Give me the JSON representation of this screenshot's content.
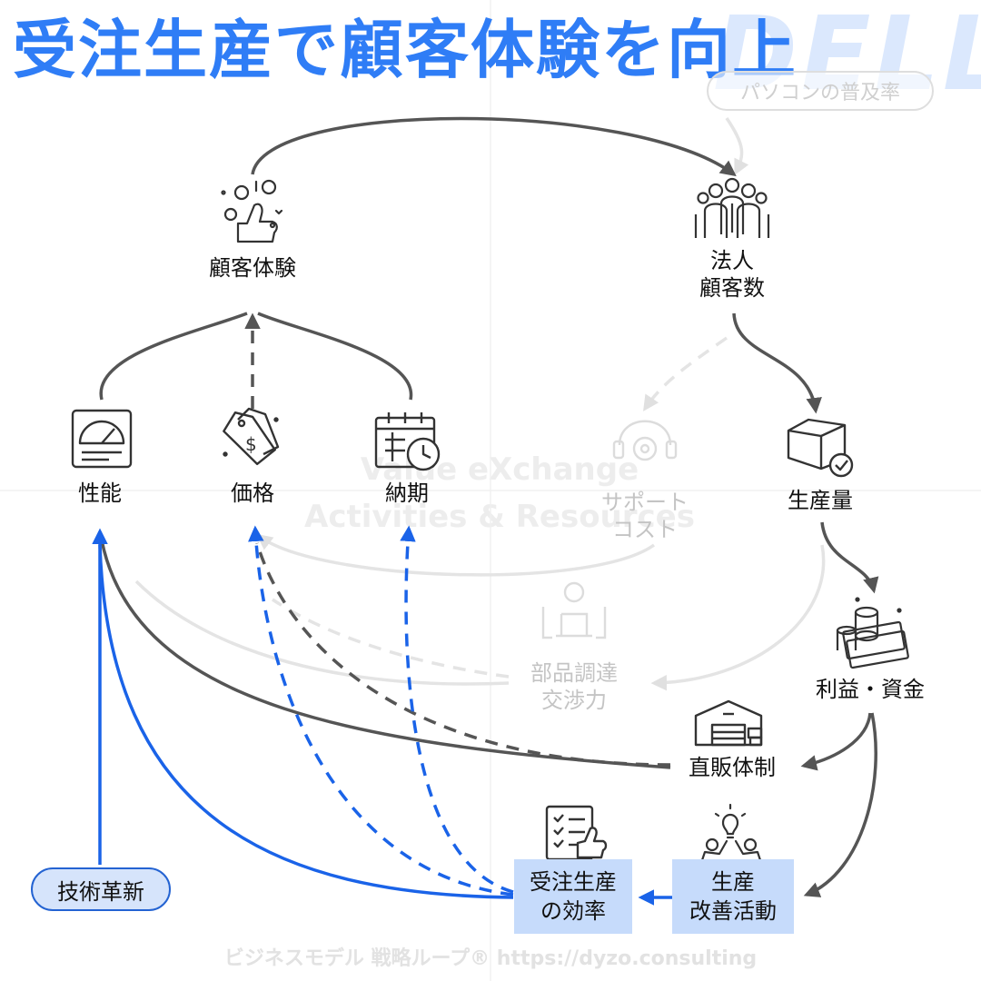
{
  "header": {
    "title": "受注生産で顧客体験を向上",
    "brand": "DELL"
  },
  "badge": {
    "label": "パソコンの普及率"
  },
  "watermark": {
    "line1": "Value eXchange",
    "line2": "Activities & Resources"
  },
  "nodes": {
    "customer_experience": "顧客体験",
    "corporate_customers": "法人\n顧客数",
    "performance": "性能",
    "price": "価格",
    "delivery": "納期",
    "production_volume": "生産量",
    "support_cost": "サポート\nコスト",
    "parts_negotiation": "部品調達\n交渉力",
    "profit_funds": "利益・資金",
    "direct_sales": "直販体制",
    "bto_efficiency": "受注生産\nの効率",
    "production_improvement": "生産\n改善活動",
    "tech_innovation": "技術革新"
  },
  "icons": {
    "customer_experience": "thumbs-up-emotions-icon",
    "corporate_customers": "business-people-group-icon",
    "performance": "gauge-meter-icon",
    "price": "price-tag-icon",
    "delivery": "calendar-clock-icon",
    "production_volume": "package-box-check-icon",
    "support_cost": "headset-support-icon",
    "parts_negotiation": "meeting-negotiation-icon",
    "profit_funds": "money-coins-stack-icon",
    "direct_sales": "warehouse-icon",
    "bto_efficiency": "checklist-thumbs-up-icon",
    "production_improvement": "teamwork-lightbulb-icon"
  },
  "colors": {
    "title": "#2f7df6",
    "solid_link": "#555555",
    "blue_link": "#1a63e8",
    "faded_link": "#e4e4e4",
    "highlight_box": "#c6dbfb"
  },
  "footer": {
    "text": "ビジネスモデル 戦略ループ® https://dyzo.consulting"
  }
}
